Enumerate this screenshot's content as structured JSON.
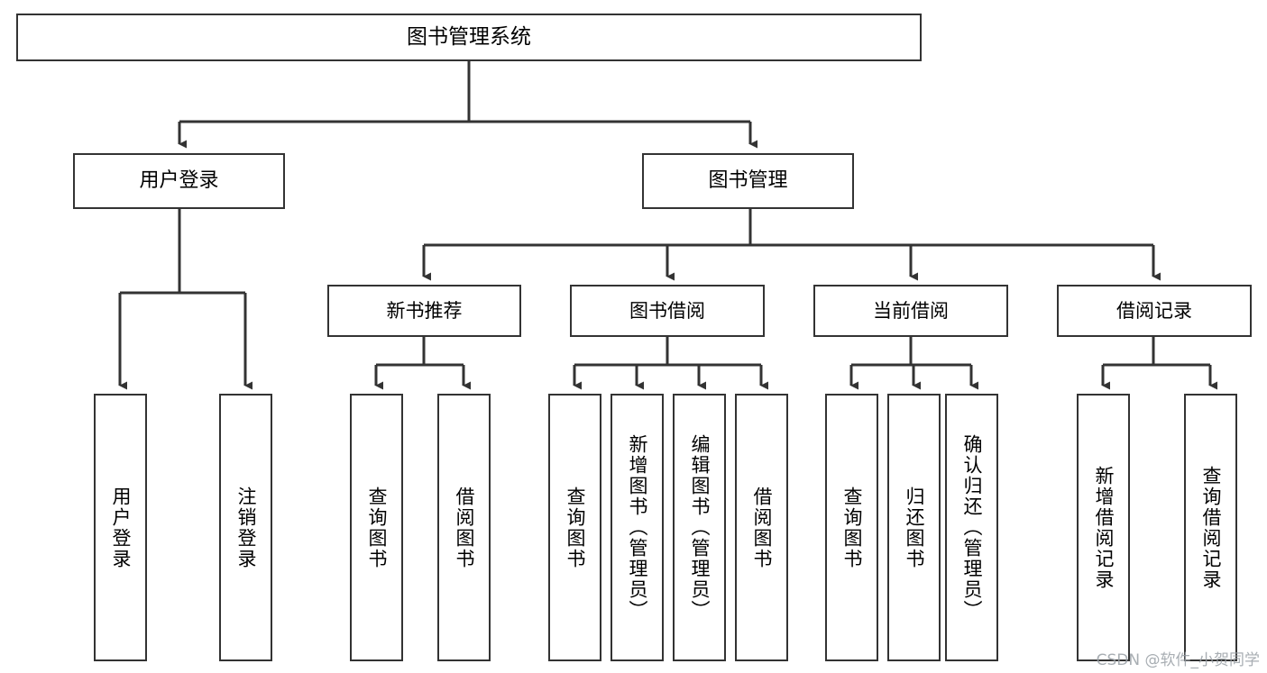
{
  "diagram": {
    "title": "图书管理系统",
    "type": "tree-hierarchy",
    "watermark": "CSDN @软件_小贺同学",
    "nodes": {
      "root": {
        "label": "图书管理系统"
      },
      "level2": [
        {
          "label": "用户登录"
        },
        {
          "label": "图书管理"
        }
      ],
      "level3": [
        {
          "label": "新书推荐"
        },
        {
          "label": "图书借阅"
        },
        {
          "label": "当前借阅"
        },
        {
          "label": "借阅记录"
        }
      ],
      "leaves": {
        "user_login": [
          {
            "label": "用户登录"
          },
          {
            "label": "注销登录"
          }
        ],
        "new_book_recommend": [
          {
            "label": "查询图书"
          },
          {
            "label": "借阅图书"
          }
        ],
        "book_borrow": [
          {
            "label": "查询图书"
          },
          {
            "label": "新增图书（管理员）"
          },
          {
            "label": "编辑图书（管理员）"
          },
          {
            "label": "借阅图书"
          }
        ],
        "current_borrow": [
          {
            "label": "查询图书"
          },
          {
            "label": "归还图书"
          },
          {
            "label": "确认归还（管理员）"
          }
        ],
        "borrow_record": [
          {
            "label": "新增借阅记录"
          },
          {
            "label": "查询借阅记录"
          }
        ]
      }
    },
    "colors": {
      "stroke": "#333333",
      "fill": "#ffffff",
      "text": "#000000",
      "watermark": "#9aa0a6"
    }
  }
}
